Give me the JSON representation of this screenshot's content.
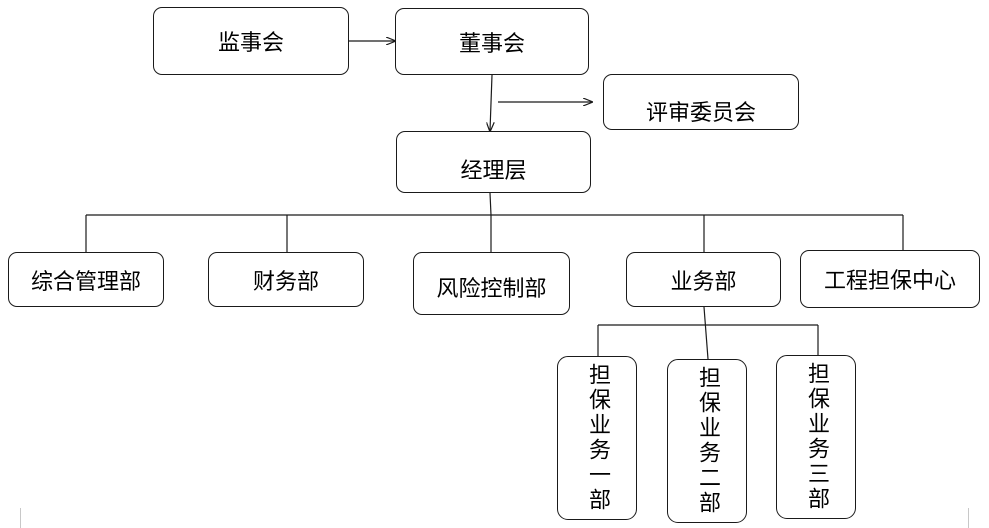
{
  "nodes": {
    "supervisory_board": "监事会",
    "board_of_directors": "董事会",
    "review_committee": "评审委员会",
    "management": "经理层",
    "general_management_dept": "综合管理部",
    "finance_dept": "财务部",
    "risk_control_dept": "风险控制部",
    "business_dept": "业务部",
    "engineering_guarantee_center": "工程担保中心",
    "guarantee_dept_1": "担保业务一部",
    "guarantee_dept_2": "担保业务二部",
    "guarantee_dept_3": "担保业务三部"
  }
}
